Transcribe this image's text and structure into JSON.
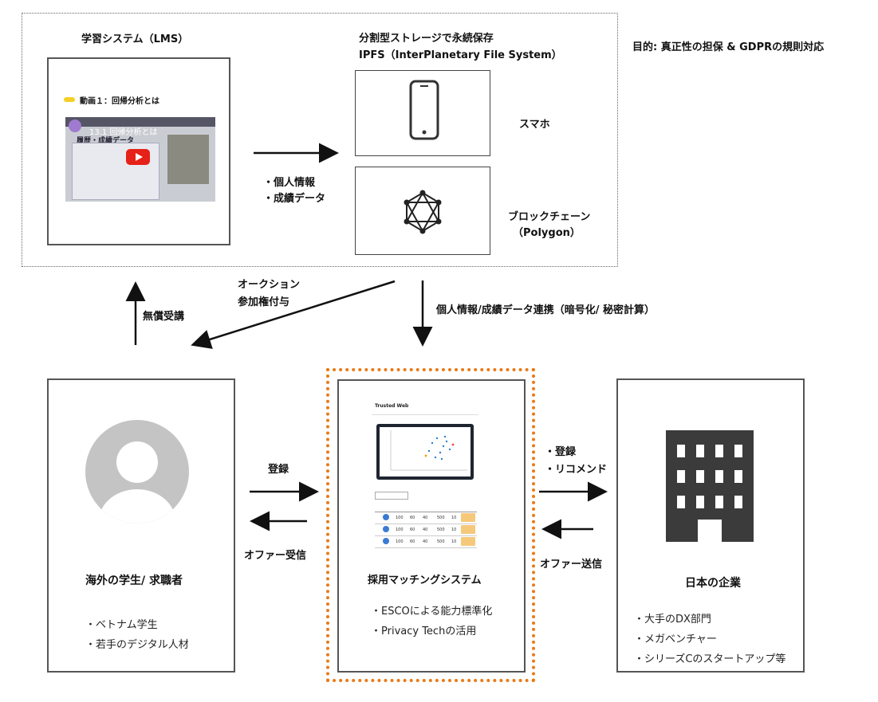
{
  "lms": {
    "title": "学習システム（LMS）",
    "video_caption": "動画１：回帰分析とは",
    "video_overlay_title": "13.1 回帰分析とは",
    "video_sheet_title": "履歴・成績データ"
  },
  "storage": {
    "title_line1": "分割型ストレージで永続保存",
    "title_line2": "IPFS（InterPlanetary File System）",
    "phone_label": "スマホ",
    "chain_label_line1": "ブロックチェーン",
    "chain_label_line2": "（Polygon）"
  },
  "purpose": "目的: 真正性の担保 & GDPRの規則対応",
  "lms_to_storage": {
    "line1": "・個人情報",
    "line2": "・成績データ"
  },
  "free_course": "無償受講",
  "auction": {
    "line1": "オークション",
    "line2": "参加権付与"
  },
  "data_link": "個人情報/成績データ連携（暗号化/ 秘密計算）",
  "student": {
    "title": "海外の学生/ 求職者",
    "bullets": [
      "・ベトナム学生",
      "・若手のデジタル人材"
    ]
  },
  "student_flow": {
    "register": "登録",
    "offer_received": "オファー受信"
  },
  "matching": {
    "title": "採用マッチングシステム",
    "bullets": [
      "・ESCOによる能力標準化",
      "・Privacy Techの活用"
    ],
    "screen": {
      "brand": "Trusted Web",
      "rows": [
        [
          "100",
          "60",
          "40",
          "500",
          "10"
        ],
        [
          "100",
          "60",
          "40",
          "500",
          "10"
        ],
        [
          "100",
          "60",
          "40",
          "500",
          "10"
        ]
      ]
    }
  },
  "company_flow": {
    "line1": "・登録",
    "line2": "・リコメンド",
    "offer_sent": "オファー送信"
  },
  "company": {
    "title": "日本の企業",
    "bullets": [
      "・大手のDX部門",
      "・メガベンチャー",
      "・シリーズCのスタートアップ等"
    ]
  },
  "colors": {
    "accent_orange": "#e97a17",
    "building": "#3b3b3b",
    "arrow": "#111111"
  }
}
